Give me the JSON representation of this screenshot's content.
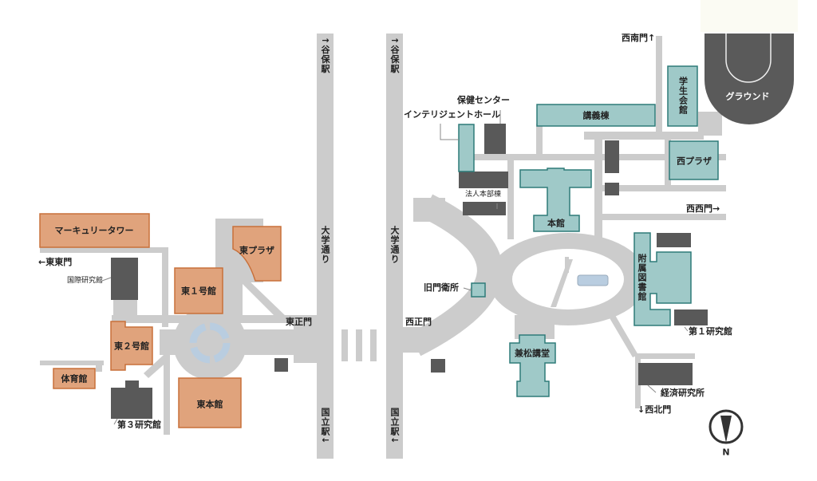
{
  "colors": {
    "road": "#cccccc",
    "east_building": "#e0a37c",
    "east_stroke": "#c8703a",
    "west_building": "#9fc9c8",
    "west_stroke": "#2e7b79",
    "other_building": "#595959",
    "pond": "#b9cde0"
  },
  "streets": {
    "daigaku_dori_left": "大学通り",
    "daigaku_dori_right": "大学通り",
    "yaho_left": "↑谷保駅",
    "yaho_right": "↑谷保駅",
    "kunitachi_left": "国立駅↓",
    "kunitachi_right": "国立駅↓"
  },
  "gates": {
    "higashi_higashi": "←東東門",
    "higashi_sei": "東正門",
    "nishi_sei": "西正門",
    "nishi_nan": "西南門↑",
    "nishi_nishi": "西西門→",
    "nishi_hoku": "↓西北門"
  },
  "east_buildings": {
    "mercury_tower": "マーキュリータワー",
    "east_plaza": "東プラザ",
    "east_1": "東１号館",
    "east_2": "東２号館",
    "gym": "体育館",
    "east_main": "東本館",
    "kokusai": "国際研究館",
    "dai3": "第３研究館"
  },
  "west_buildings": {
    "hoken": "保健センター",
    "intelligent": "インテリジェントホール",
    "kogi": "講義棟",
    "gakusei": "学生会館",
    "ground": "グラウンド",
    "nishi_plaza": "西プラザ",
    "hojin": "法人本部棟",
    "honkan": "本館",
    "kyumon": "旧門衛所",
    "library": "附属図書館",
    "dai1": "第１研究館",
    "kanematsu": "兼松講堂",
    "keizai": "経済研究所"
  },
  "compass": {
    "north": "N"
  }
}
